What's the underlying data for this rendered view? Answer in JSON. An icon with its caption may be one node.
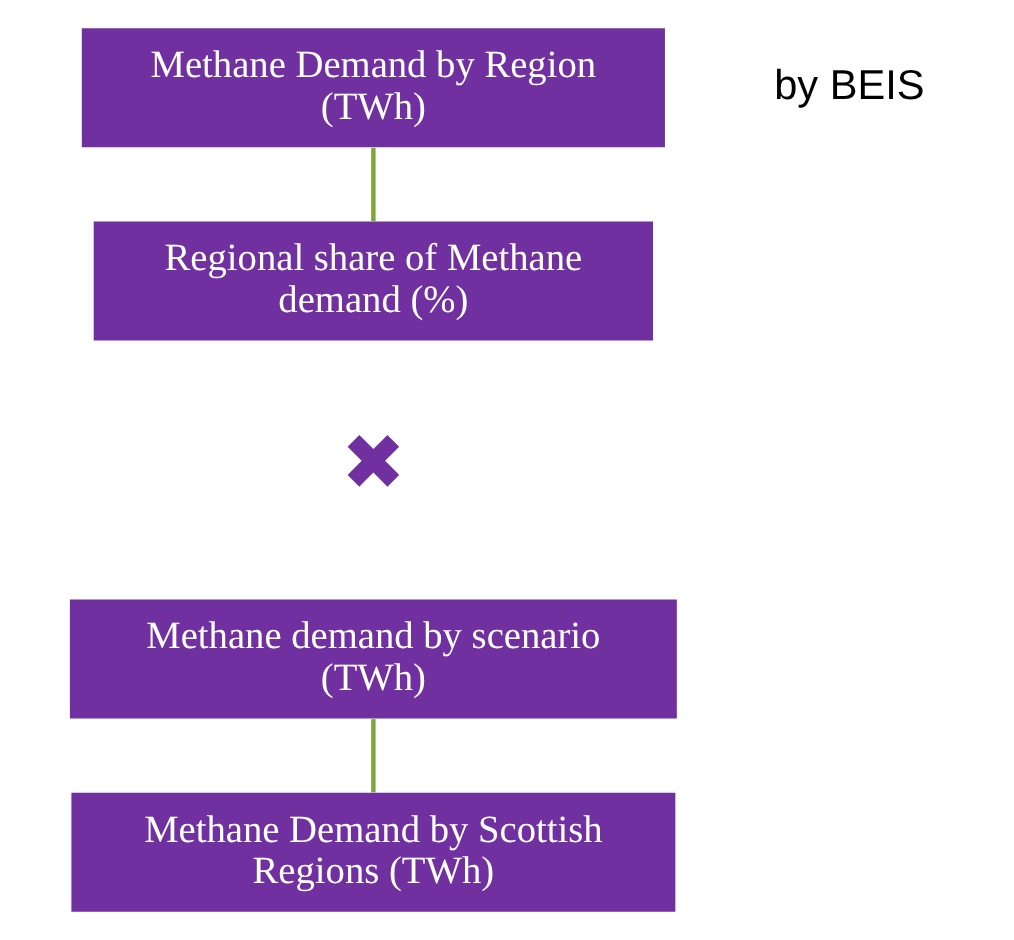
{
  "diagram": {
    "nodes": [
      {
        "text": [
          "Methane Demand by Region (TWh)"
        ],
        "beside": [
          "by BEIS"
        ]
      },
      {
        "text": [
          "Regional share of Methane demand (%)"
        ]
      },
      {
        "text": [
          "Methane demand by scenario  (TWh)"
        ]
      },
      {
        "text": [
          "Methane Demand by Scottish Regions (TWh)"
        ]
      }
    ],
    "edges": [
      {
        "from": 0,
        "to": 1,
        "arrow": "none",
        "color": "#7fa63a"
      },
      {
        "from": 2,
        "to": 3,
        "arrow": "none",
        "color": "#7fa63a"
      }
    ],
    "labels": [
      "✖"
    ]
  }
}
